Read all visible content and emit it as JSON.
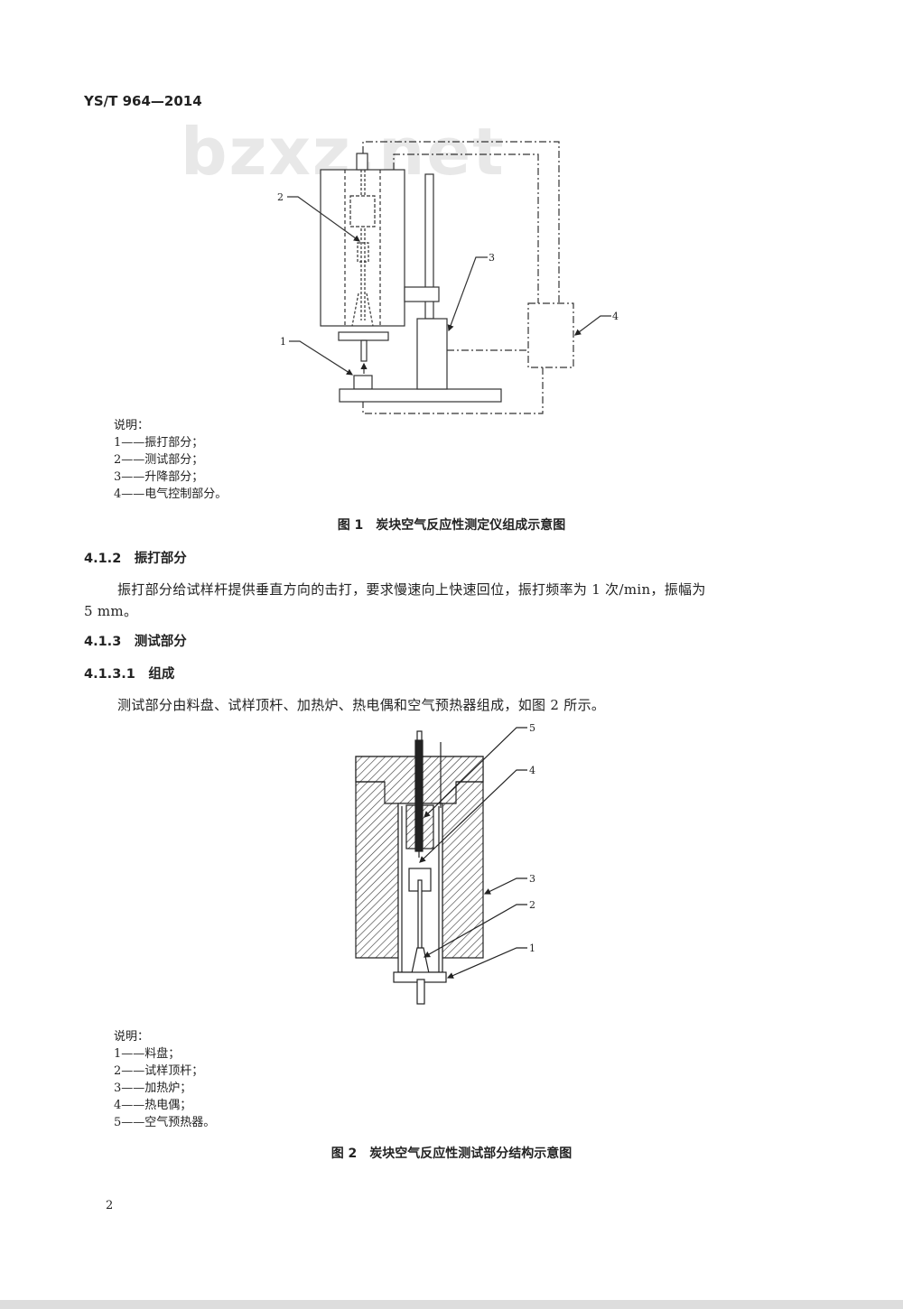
{
  "header": {
    "standard_number": "YS/T 964—2014"
  },
  "watermark": "bzxz.net",
  "figure1": {
    "callouts": [
      "1",
      "2",
      "3",
      "4"
    ],
    "legend_title": "说明：",
    "legend": [
      "1——振打部分；",
      "2——测试部分；",
      "3——升降部分；",
      "4——电气控制部分。"
    ],
    "caption": "图 1　炭块空气反应性测定仪组成示意图"
  },
  "sections": [
    {
      "heading": "4.1.2　振打部分",
      "paragraph_line1": "振打部分给试样杆提供垂直方向的击打，要求慢速向上快速回位，振打频率为 1 次/min，振幅为",
      "paragraph_line2": "5 mm。"
    },
    {
      "heading": "4.1.3　测试部分"
    },
    {
      "heading": "4.1.3.1　组成",
      "paragraph": "测试部分由料盘、试样顶杆、加热炉、热电偶和空气预热器组成，如图 2 所示。"
    }
  ],
  "figure2": {
    "callouts": [
      "5",
      "4",
      "3",
      "2",
      "1"
    ],
    "legend_title": "说明：",
    "legend": [
      "1——料盘；",
      "2——试样顶杆；",
      "3——加热炉；",
      "4——热电偶；",
      "5——空气预热器。"
    ],
    "caption": "图 2　炭块空气反应性测试部分结构示意图"
  },
  "footer": {
    "page_number": "2"
  }
}
